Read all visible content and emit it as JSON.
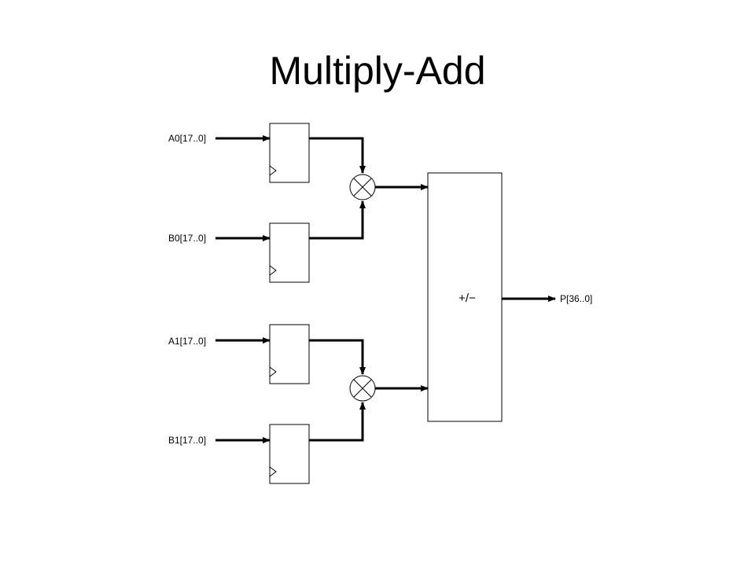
{
  "slide": {
    "title": "Multiply-Add"
  },
  "diagram": {
    "inputs": [
      "A0[17..0]",
      "B0[17..0]",
      "A1[17..0]",
      "B1[17..0]"
    ],
    "adder_label": "+/−",
    "output": "P[36..0]"
  },
  "colors": {
    "line": "#000000",
    "background": "#ffffff"
  },
  "icons": {
    "multiplier": "circle-x-multiply-icon",
    "clock": "clock-triangle-icon"
  }
}
